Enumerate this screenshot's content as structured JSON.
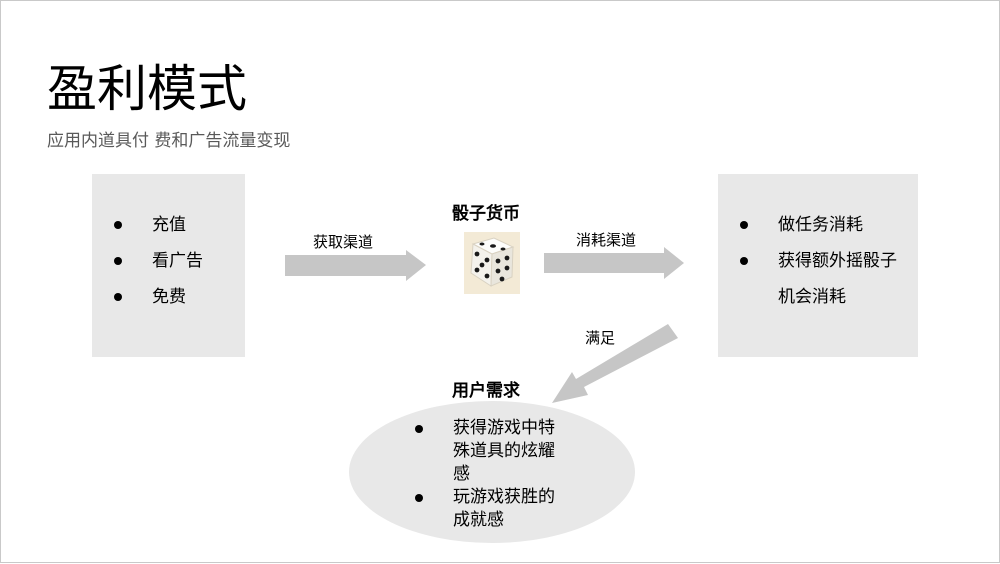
{
  "title": "盈利模式",
  "subtitle": "应用内道具付 费和广告流量变现",
  "acquire": {
    "items": [
      "充值",
      "看广告",
      "免费"
    ],
    "arrow_label": "获取渠道"
  },
  "currency": {
    "label": "骰子货币",
    "icon": "dice-icon"
  },
  "consume": {
    "arrow_label": "消耗渠道",
    "items": [
      "做任务消耗",
      "获得额外摇骰子机会消耗"
    ]
  },
  "satisfy": {
    "arrow_label": "满足"
  },
  "needs": {
    "label": "用户需求",
    "items": [
      "获得游戏中特殊道具的炫耀感",
      "玩游戏获胜的成就感"
    ]
  },
  "colors": {
    "box_fill": "#e8e8e8",
    "arrow_fill": "#c6c6c6",
    "subtitle": "#595959"
  }
}
